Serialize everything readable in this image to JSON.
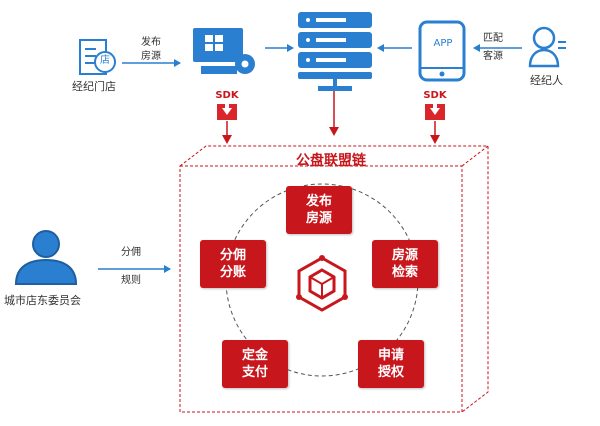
{
  "top_row": {
    "store_label": "经纪门店",
    "store_icon_text": "店",
    "publish_text": [
      "发布",
      "房源"
    ],
    "app_text": "APP",
    "match_text": [
      "匹配",
      "客源"
    ],
    "agent_label": "经纪人"
  },
  "sdk_left": "SDK",
  "sdk_right": "SDK",
  "chain": {
    "title": "公盘联盟链",
    "nodes": {
      "publish": [
        "发布",
        "房源"
      ],
      "search": [
        "房源",
        "检索"
      ],
      "apply": [
        "申请",
        "授权"
      ],
      "deposit": [
        "定金",
        "支付"
      ],
      "commission": [
        "分佣",
        "分账"
      ]
    }
  },
  "committee": {
    "label": "城市店东委员会",
    "arrow_text": [
      "分佣",
      "规则"
    ]
  },
  "colors": {
    "brand_blue": "#2a7fd0",
    "brand_red": "#c8161d"
  }
}
